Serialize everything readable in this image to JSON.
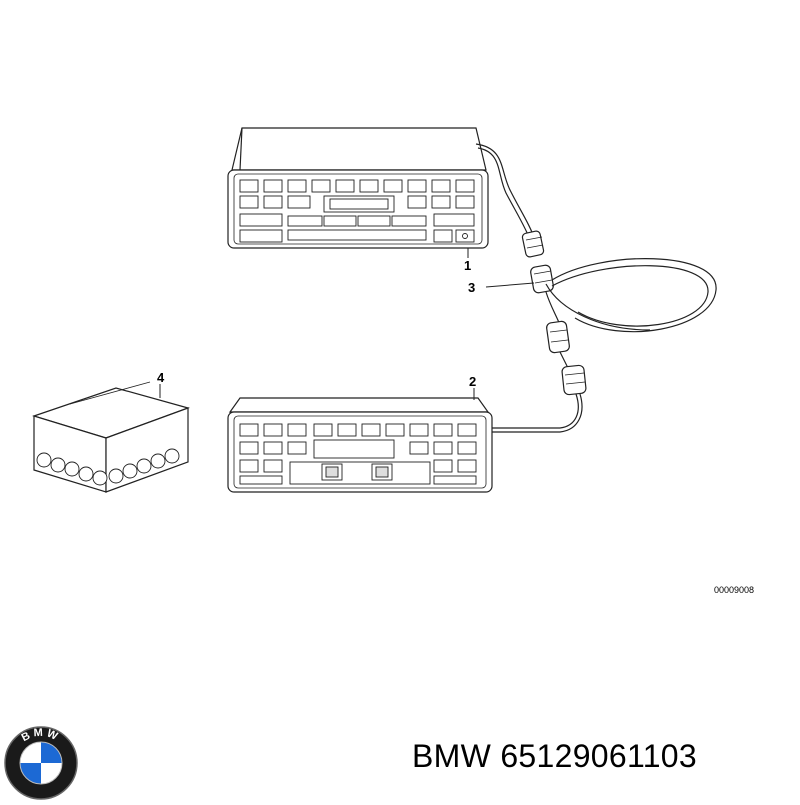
{
  "callouts": {
    "part_1": "1",
    "part_2": "2",
    "part_3": "3",
    "part_4": "4"
  },
  "reference_code": "00009008",
  "footer": {
    "brand": "BMW",
    "part_number": "65129061103"
  },
  "logo": {
    "text": "BMW",
    "colors": {
      "blue": "#1c69d4",
      "ring": "#1a1a1a",
      "white": "#ffffff"
    }
  },
  "colors": {
    "line": "#222222",
    "background": "#ffffff"
  }
}
